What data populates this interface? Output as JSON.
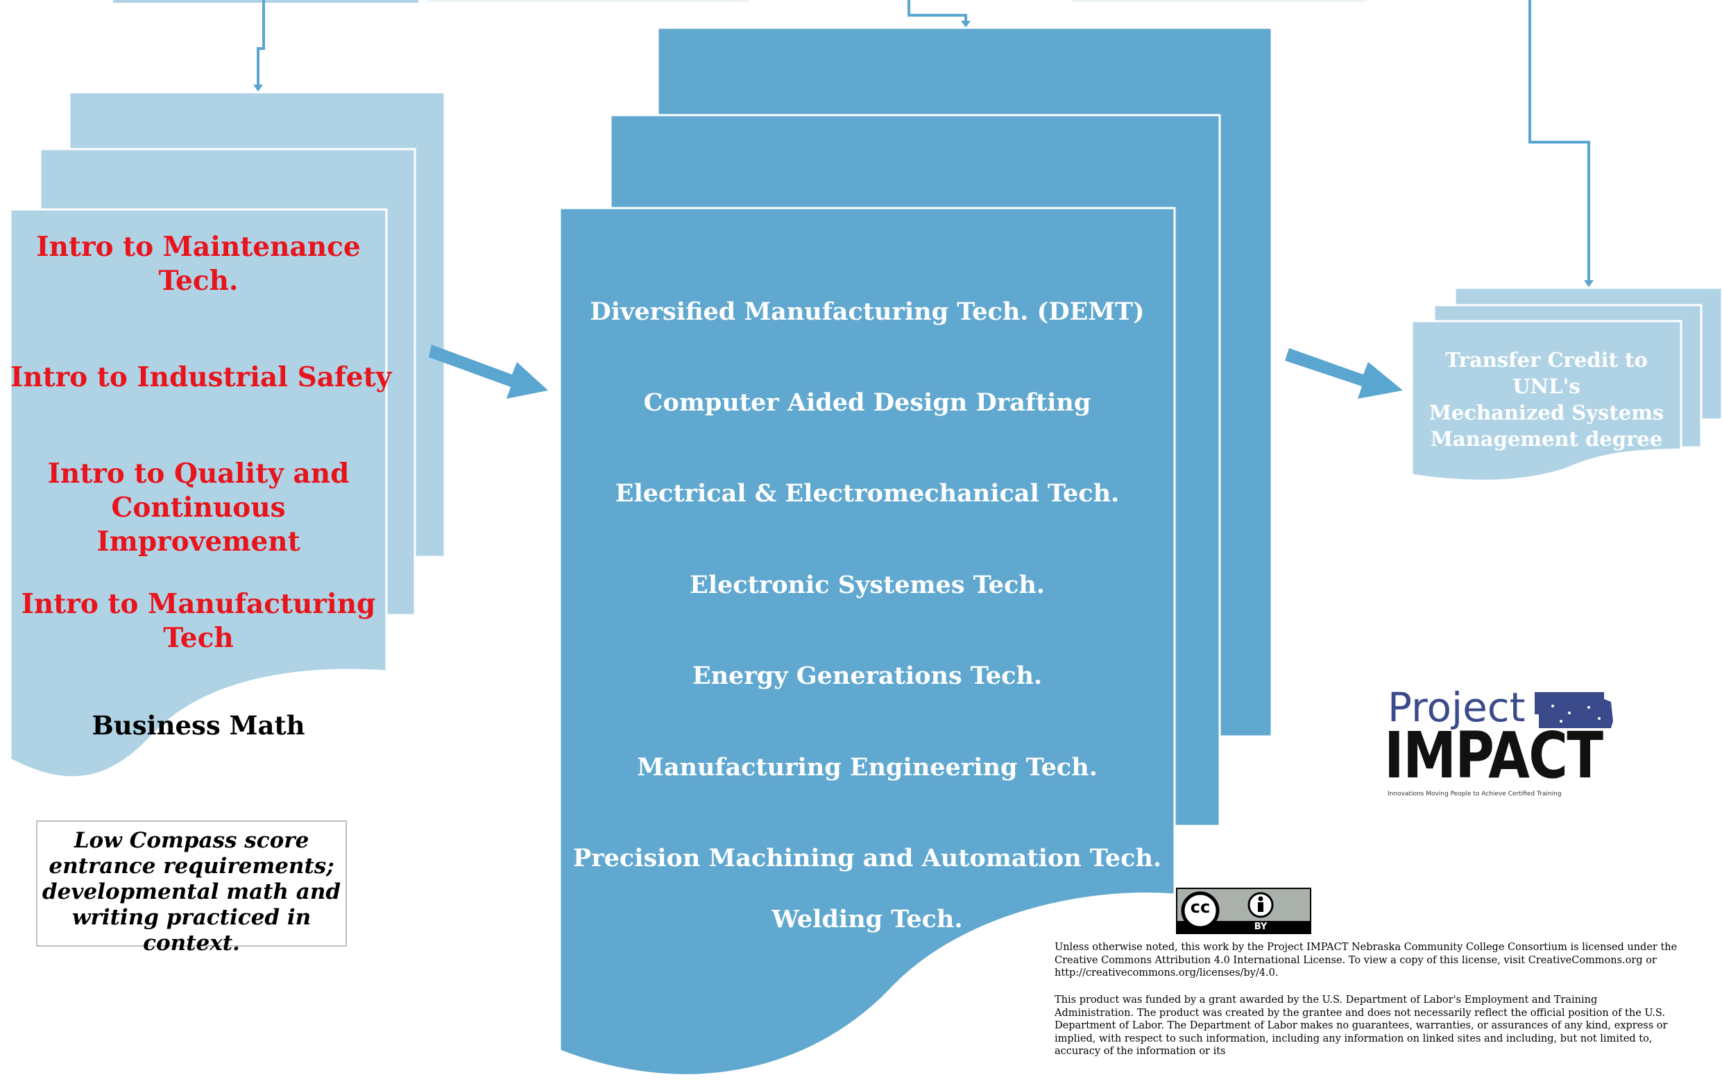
{
  "colors": {
    "light_blue": "#afd3e5",
    "mid_blue": "#60a8cf",
    "connector_blue": "#5aa6d1",
    "red_text": "#e8141c"
  },
  "left_stack": {
    "items": [
      "Intro to Maintenance\nTech.",
      "Intro to Industrial Safety",
      "Intro to Quality and\nContinuous Improvement",
      "Intro to Manufacturing\nTech"
    ],
    "business_math": "Business Math"
  },
  "note": {
    "text": "Low Compass score\nentrance requirements;\ndevelopmental math and\nwriting practiced in context."
  },
  "middle_stack": {
    "items": [
      "Diversified Manufacturing Tech. (DEMT)",
      "Computer Aided Design Drafting",
      "Electrical & Electromechanical Tech.",
      "Electronic Systemes Tech.",
      "Energy Generations Tech.",
      "Manufacturing Engineering Tech.",
      "Precision Machining and Automation Tech.",
      "Welding Tech."
    ]
  },
  "right_stack": {
    "text": "Transfer Credit to\nUNL's\nMechanized Systems\nManagement degree"
  },
  "logo": {
    "line1": "Project",
    "line2": "IMPACT",
    "tagline": "Innovations Moving People to Achieve Certified Training",
    "icon": "nebraska-map-icon"
  },
  "cc_badge": {
    "cc": "cc",
    "by": "BY"
  },
  "license": {
    "p1": "Unless otherwise noted, this work by the Project IMPACT Nebraska Community College Consortium is licensed under the Creative Commons Attribution 4.0 International License. To view a copy of this license, visit CreativeCommons.org or http://creativecommons.org/licenses/by/4.0.",
    "p2": "This product was funded by a grant awarded by the U.S. Department of Labor's Employment and Training Administration. The product was created by the grantee and does not necessarily reflect the official position of the U.S. Department of Labor. The Department of Labor makes no guarantees, warranties, or assurances of any kind, express or implied, with respect to such information, including any information on linked sites and including, but not limited to, accuracy of the information or its"
  }
}
